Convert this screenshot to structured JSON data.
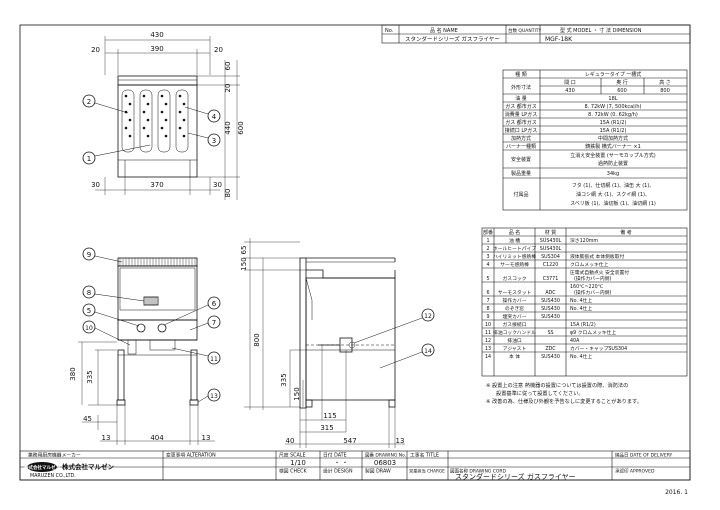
{
  "header": {
    "no_label": "No.",
    "name_label": "品 名 NAME",
    "qty_label": "台数 QUANTITY",
    "model_label": "型 式 MODEL ・ 寸 法 DIMENSION",
    "product_name": "スタンダードシリーズ ガスフライヤー",
    "model": "MGF-18K"
  },
  "spec_table": {
    "rows": [
      {
        "label": "種 類",
        "value": "レギュラータイプ 一槽式"
      },
      {
        "label": "外形寸法",
        "sub_headers": [
          "間 口",
          "奥 行",
          "高 さ"
        ],
        "sub_values": [
          "430",
          "600",
          "800"
        ]
      },
      {
        "label": "油 量",
        "value": "18L"
      },
      {
        "label": "ガス 都市ガス",
        "value": "8. 72kW (7, 500kcal/h)"
      },
      {
        "label": "消費量 LPガス",
        "value": "8. 72kW (0. 62kg/h)"
      },
      {
        "label": "ガス 都市ガス",
        "value": "15A (R1/2)"
      },
      {
        "label": "接続口 LPガス",
        "value": "15A (R1/2)"
      },
      {
        "label": "加熱方式",
        "value": "中間加熱方式"
      },
      {
        "label": "バーナー種類",
        "value": "鋳鉄製 横式バーナー ×1"
      },
      {
        "label": "安全装置",
        "value": "立消え安全装置 (サーモカップル方式)",
        "value2": "過熱防止装置"
      },
      {
        "label": "製品重量",
        "value": "34kg"
      },
      {
        "label": "付属品",
        "value": "フタ (1)、仕切網 (1)、油缶 大 (1)、",
        "value2": "油コシ網 大 (1)、スクイ網 (1)、",
        "value3": "スベリ板 (1)、油切板 (1)、油切網 (1)"
      }
    ]
  },
  "parts_table": {
    "headers": [
      "部番",
      "品 名",
      "材 質",
      "備 考"
    ],
    "rows": [
      [
        "1",
        "油 槽",
        "SUS430L",
        "深さ120mm"
      ],
      [
        "2",
        "ホールヒートパイプ",
        "SUS430L",
        ""
      ],
      [
        "3",
        "ハイリミット感熱棒",
        "SUS304",
        "液体膨張式 本体側板取付"
      ],
      [
        "4",
        "サーモ感熱棒",
        "C1220",
        "クロムメッキ仕上"
      ],
      [
        "5",
        "ガスコック",
        "C3771",
        "圧電式自動点火 安全装置付",
        "(操作カバー内側)"
      ],
      [
        "6",
        "サーモスタット",
        "ADC",
        "160℃~220℃",
        "(操作カバー内側)"
      ],
      [
        "7",
        "操作カバー",
        "SUS430",
        "No. 4仕上"
      ],
      [
        "8",
        "のぞき窓",
        "SUS430",
        "No. 4仕上"
      ],
      [
        "9",
        "煙突カバー",
        "SUS430",
        ""
      ],
      [
        "10",
        "ガス接続口",
        "",
        "15A (R1/2)"
      ],
      [
        "11",
        "排油コックハンドル",
        "SS",
        "φ9 クロムメッキ仕上"
      ],
      [
        "12",
        "排油口",
        "",
        "40A"
      ],
      [
        "13",
        "アジャスト",
        "ZDC",
        "カバー・キャップSUS304"
      ],
      [
        "14",
        "本 体",
        "SUS430",
        "No. 4仕上"
      ]
    ]
  },
  "notes": [
    "※ 設置上の注意 熱機器の設置については設置の際、消防法の",
    "設置基準に従って設置してください。",
    "※ 改善の為、仕様及び外観を予告なしに変更することがあります。"
  ],
  "front_view": {
    "dims_top": [
      "430",
      "20",
      "390",
      "20"
    ],
    "dims_bottom": [
      "30",
      "370",
      "30"
    ],
    "dims_right": [
      "60",
      "20",
      "440",
      "600",
      "80"
    ]
  },
  "bottom_front": {
    "dims_left": [
      "380",
      "335",
      "45"
    ],
    "dims_bottom": [
      "13",
      "404",
      "13"
    ]
  },
  "side_view": {
    "dims_left": [
      "65",
      "150",
      "800",
      "335",
      "150"
    ],
    "dims_bottom": [
      "115",
      "315",
      "40",
      "547",
      "13"
    ]
  },
  "callouts": [
    "1",
    "2",
    "3",
    "4",
    "5",
    "6",
    "7",
    "8",
    "9",
    "10",
    "11",
    "12",
    "13",
    "14"
  ],
  "title_block": {
    "company_header": "業務用厨房機器メーカー",
    "company_name": "株式会社マルゼン",
    "company_en": "MARUZEN CO.,LTD.",
    "alteration_label": "変更事項 ALTERATION",
    "scale_label": "尺度 SCALE",
    "scale": "1/10",
    "date_label": "日付 DATE",
    "date_value": "・ ・",
    "drawing_no_label": "図番 DRAWING No.",
    "drawing_no": "06803",
    "title_label": "工事名 TITLE",
    "delivery_label": "納品日 DATE OF DELIVERY",
    "check_label": "検図 CHECK",
    "design_label": "設計 DESIGN",
    "draw_label": "製図 DRAW",
    "charge_label": "営業担当 CHARGE",
    "drawing_name_label": "図面名称 DRAWING CORD",
    "drawing_name": "スタンダードシリーズ ガスフライヤー",
    "approved_label": "承認印 APPROVED",
    "year": "2016. 1"
  }
}
